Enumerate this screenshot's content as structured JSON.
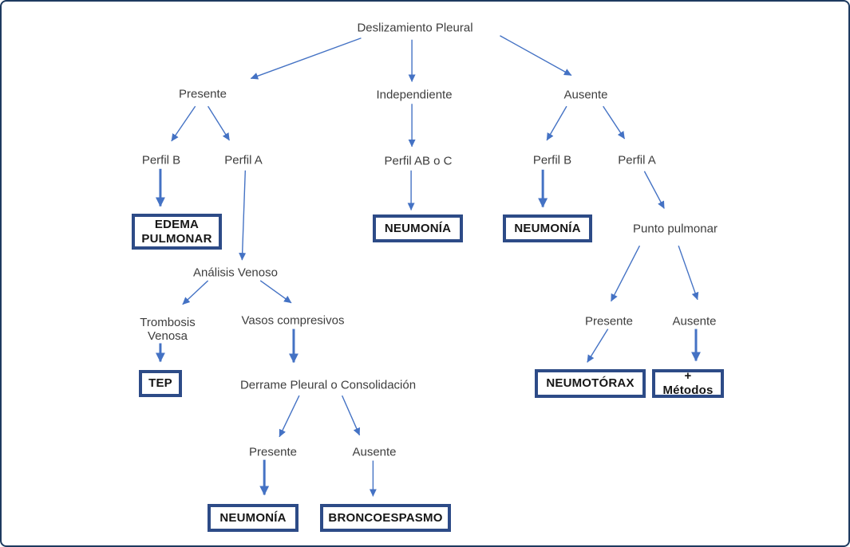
{
  "colors": {
    "arrow": "#4472C4",
    "boxborder": "#2d4b87",
    "frame": "#1e3a5f",
    "labeltext": "#3d3d3d",
    "boxtext": "#161616"
  },
  "flowchart": {
    "title_node": "Deslizamiento Pleural",
    "nodes": {
      "root": "Deslizamiento Pleural",
      "presente_1": "Presente",
      "independiente": "Independiente",
      "ausente_1": "Ausente",
      "perfil_b_left": "Perfil B",
      "perfil_a_left": "Perfil A",
      "perfil_ab_o_c": "Perfil AB o C",
      "perfil_b_right": "Perfil B",
      "perfil_a_right": "Perfil A",
      "edema_pulmonar": "EDEMA PULMONAR",
      "neumonia_mid": "NEUMONÍA",
      "neumonia_right": "NEUMONÍA",
      "punto_pulmonar": "Punto pulmonar",
      "analisis_venoso": "Análisis Venoso",
      "trombosis_venosa": "Trombosis Venosa",
      "vasos_compresivos": "Vasos compresivos",
      "tep": "TEP",
      "derrame": "Derrame Pleural o Consolidación",
      "presente_punto": "Presente",
      "ausente_punto": "Ausente",
      "neumotorax": "NEUMOTÓRAX",
      "mas_metodos": "+ Métodos",
      "presente_derrame": "Presente",
      "ausente_derrame": "Ausente",
      "neumonia_bottom": "NEUMONÍA",
      "broncoespasmo": "BRONCOESPASMO"
    },
    "edges": [
      {
        "from": "root",
        "to": "presente_1",
        "weight": "thin"
      },
      {
        "from": "root",
        "to": "independiente",
        "weight": "thin"
      },
      {
        "from": "root",
        "to": "ausente_1",
        "weight": "thin"
      },
      {
        "from": "presente_1",
        "to": "perfil_b_left",
        "weight": "thin"
      },
      {
        "from": "presente_1",
        "to": "perfil_a_left",
        "weight": "thin"
      },
      {
        "from": "perfil_b_left",
        "to": "edema_pulmonar",
        "weight": "thick"
      },
      {
        "from": "perfil_a_left",
        "to": "analisis_venoso",
        "weight": "thin"
      },
      {
        "from": "independiente",
        "to": "perfil_ab_o_c",
        "weight": "thin"
      },
      {
        "from": "perfil_ab_o_c",
        "to": "neumonia_mid",
        "weight": "thin"
      },
      {
        "from": "ausente_1",
        "to": "perfil_b_right",
        "weight": "thin"
      },
      {
        "from": "ausente_1",
        "to": "perfil_a_right",
        "weight": "thin"
      },
      {
        "from": "perfil_b_right",
        "to": "neumonia_right",
        "weight": "thick"
      },
      {
        "from": "perfil_a_right",
        "to": "punto_pulmonar",
        "weight": "thin"
      },
      {
        "from": "punto_pulmonar",
        "to": "presente_punto",
        "weight": "thin"
      },
      {
        "from": "punto_pulmonar",
        "to": "ausente_punto",
        "weight": "thin"
      },
      {
        "from": "presente_punto",
        "to": "neumotorax",
        "weight": "thin"
      },
      {
        "from": "ausente_punto",
        "to": "mas_metodos",
        "weight": "thick"
      },
      {
        "from": "analisis_venoso",
        "to": "trombosis_venosa",
        "weight": "thin"
      },
      {
        "from": "analisis_venoso",
        "to": "vasos_compresivos",
        "weight": "thin"
      },
      {
        "from": "trombosis_venosa",
        "to": "tep",
        "weight": "thick"
      },
      {
        "from": "vasos_compresivos",
        "to": "derrame",
        "weight": "thick"
      },
      {
        "from": "derrame",
        "to": "presente_derrame",
        "weight": "thin"
      },
      {
        "from": "derrame",
        "to": "ausente_derrame",
        "weight": "thin"
      },
      {
        "from": "presente_derrame",
        "to": "neumonia_bottom",
        "weight": "thick"
      },
      {
        "from": "ausente_derrame",
        "to": "broncoespasmo",
        "weight": "thin"
      }
    ]
  }
}
